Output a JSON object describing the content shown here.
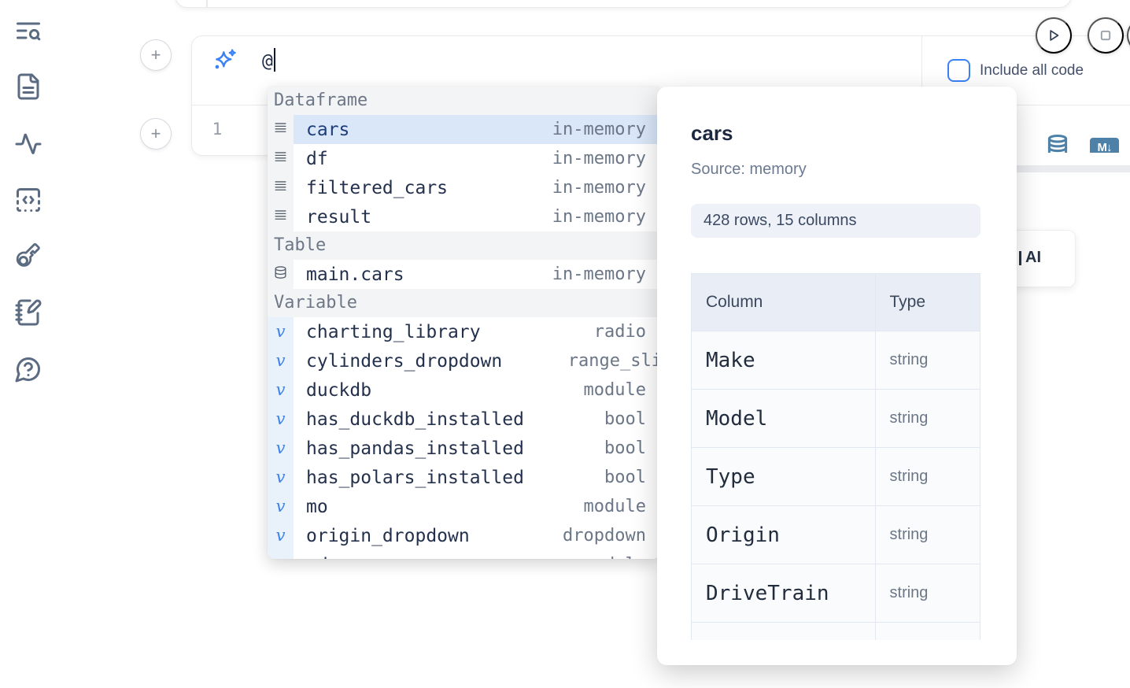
{
  "sidebar": {
    "icons": [
      "text-search-icon",
      "file-text-icon",
      "activity-icon",
      "code-cell-icon",
      "key-icon",
      "notebook-pen-icon",
      "help-chat-icon"
    ]
  },
  "run_controls": {
    "icons": [
      "play-icon",
      "stop-icon"
    ]
  },
  "cell": {
    "add_cell_above_label": "+",
    "add_cell_below_label": "+",
    "ai_prompt_value": "@",
    "line_number": "1",
    "include_all_code_label": "Include all code",
    "toolbar": {
      "icons": [
        "database-icon",
        "markdown-icon"
      ],
      "markdown_badge": "M↓"
    }
  },
  "autocomplete": {
    "sections": [
      {
        "label": "Dataframe",
        "kind": "data",
        "items": [
          {
            "icon": "rows-icon",
            "name": "cars",
            "type": "in-memory",
            "selected": true
          },
          {
            "icon": "rows-icon",
            "name": "df",
            "type": "in-memory"
          },
          {
            "icon": "rows-icon",
            "name": "filtered_cars",
            "type": "in-memory"
          },
          {
            "icon": "rows-icon",
            "name": "result",
            "type": "in-memory"
          }
        ]
      },
      {
        "label": "Table",
        "kind": "data",
        "items": [
          {
            "icon": "database-icon",
            "name": "main.cars",
            "type": "in-memory"
          }
        ]
      },
      {
        "label": "Variable",
        "kind": "var",
        "items": [
          {
            "icon": "variable-icon",
            "name": "charting_library",
            "type": "radio"
          },
          {
            "icon": "variable-icon",
            "name": "cylinders_dropdown",
            "type": "range_sli",
            "clipped": true
          },
          {
            "icon": "variable-icon",
            "name": "duckdb",
            "type": "module"
          },
          {
            "icon": "variable-icon",
            "name": "has_duckdb_installed",
            "type": "bool"
          },
          {
            "icon": "variable-icon",
            "name": "has_pandas_installed",
            "type": "bool"
          },
          {
            "icon": "variable-icon",
            "name": "has_polars_installed",
            "type": "bool"
          },
          {
            "icon": "variable-icon",
            "name": "mo",
            "type": "module"
          },
          {
            "icon": "variable-icon",
            "name": "origin_dropdown",
            "type": "dropdown"
          },
          {
            "icon": "variable-icon",
            "name": "pd",
            "type": "module"
          }
        ]
      }
    ]
  },
  "preview": {
    "title": "cars",
    "source_label": "Source: memory",
    "shape_badge": "428 rows, 15 columns",
    "table": {
      "headers": [
        "Column",
        "Type"
      ],
      "rows": [
        [
          "Make",
          "string"
        ],
        [
          "Model",
          "string"
        ],
        [
          "Type",
          "string"
        ],
        [
          "Origin",
          "string"
        ],
        [
          "DriveTrain",
          "string"
        ]
      ]
    }
  },
  "ai_card": {
    "visible_label": "AI"
  }
}
